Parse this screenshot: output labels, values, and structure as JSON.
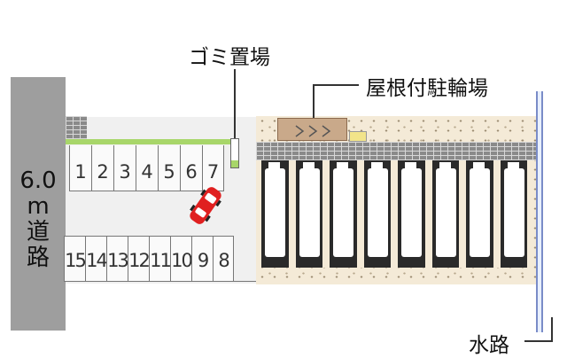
{
  "road": {
    "label": "6.0\nm\n道\n路"
  },
  "labels": {
    "gomi": "ゴミ置場",
    "bike_shelter": "屋根付駐輪場",
    "waterway": "水路"
  },
  "parking": {
    "top_row": [
      "1",
      "2",
      "3",
      "4",
      "5",
      "6",
      "7"
    ],
    "bottom_row": [
      "15",
      "14",
      "13",
      "12",
      "11",
      "10",
      "9",
      "8"
    ]
  },
  "building": {
    "unit_count": 8
  },
  "colors": {
    "road": "#9e9e9e",
    "hedge": "#a8d66a",
    "gravel": "#f4ead7",
    "bike_roof": "#c9a98a",
    "car": "#e02020",
    "waterway_edge": "#7a8cc8"
  },
  "icons": {
    "car": "car-icon"
  }
}
